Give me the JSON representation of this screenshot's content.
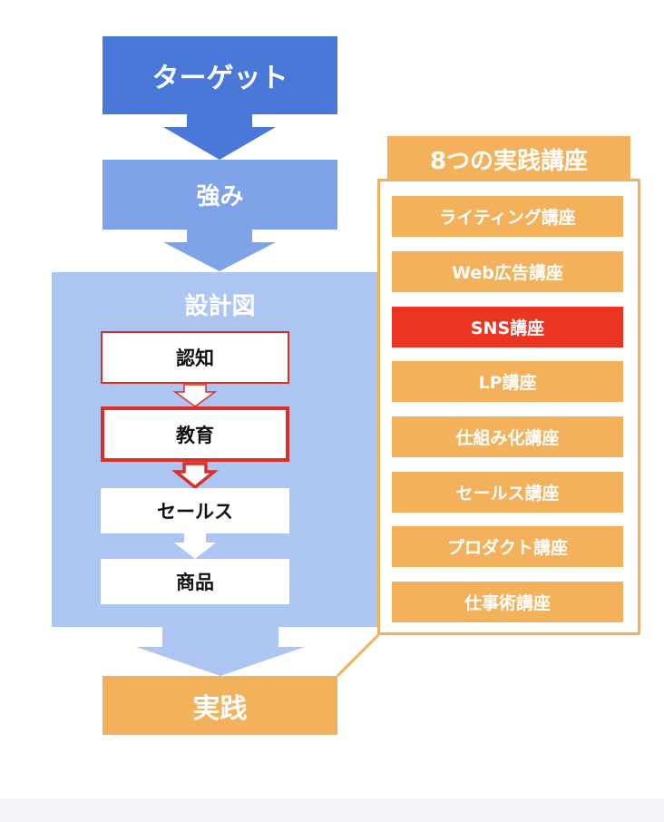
{
  "colors": {
    "target": "#4a78d9",
    "strength": "#7ea3e8",
    "design_bg": "#adc5f2",
    "orange": "#f2b15a",
    "highlight_red": "#ec3423",
    "step_red_border": "#d9302a",
    "white": "#ffffff",
    "text_dark": "#111111"
  },
  "flow": {
    "target": "ターゲット",
    "strength": "強み",
    "design": {
      "title": "設計図",
      "steps": [
        "認知",
        "教育",
        "セールス",
        "商品"
      ]
    },
    "practice": "実践"
  },
  "courses": {
    "title": "8つの実践講座",
    "items": [
      "ライティング講座",
      "Web広告講座",
      "SNS講座",
      "LP講座",
      "仕組み化講座",
      "セールス講座",
      "プロダクト講座",
      "仕事術講座"
    ],
    "highlighted": "SNS講座"
  }
}
